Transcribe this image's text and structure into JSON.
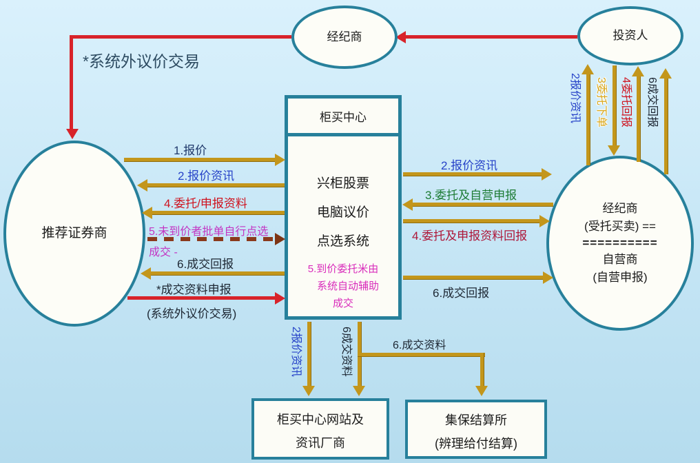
{
  "colors": {
    "background_blue": "#cdeaf8",
    "node_border_teal": "#27809b",
    "arrow_gold": "#c3961b",
    "arrow_red": "#d8232a",
    "arrow_dashed_brown": "#8a3a1c",
    "label_blue": "#2743c8",
    "label_navy": "#20396b",
    "label_red": "#cf1420",
    "label_crimson": "#ae1638",
    "label_green": "#1e7c35",
    "label_magenta": "#c335c3",
    "label_gold": "#d9a81c",
    "label_dark": "#1d2733",
    "note_pink": "#d92cbb"
  },
  "annotation": {
    "off_system_trade": "*系统外议价交易"
  },
  "nodes": {
    "broker_top": {
      "label": "经纪商"
    },
    "investor": {
      "label": "投资人"
    },
    "recommending_dealer": {
      "label": "推荐证券商"
    },
    "otc_center": {
      "header": "柜买中心",
      "lines": [
        "兴柜股票",
        "电脑议价",
        "点选系统"
      ],
      "note_lines": [
        "5.到价委托米由",
        "系统自动辅助",
        "成交"
      ]
    },
    "broker_dealer": {
      "lines": [
        "经纪商",
        "(受托买卖) ==",
        "==========",
        "自营商",
        "(自营申报)"
      ]
    },
    "website_vendor": {
      "lines": [
        "柜买中心网站及",
        "资讯厂商"
      ]
    },
    "clearing_house": {
      "lines": [
        "集保结算所",
        "(辨理给付结算)"
      ]
    }
  },
  "edges": {
    "dealer_to_center": [
      {
        "label": "1.报价"
      },
      {
        "label": "2.报价资讯"
      },
      {
        "label": "4.委托/申报资料"
      },
      {
        "label": "5.未到价者批单自行点选",
        "label2": "成交 -"
      },
      {
        "label": "6.成交回报"
      },
      {
        "label": "*成交资料申报",
        "label2": "(系统外议价交易)"
      }
    ],
    "center_to_brokerdealer": [
      {
        "label": "2.报价资讯"
      },
      {
        "label": "3.委托及自营申报"
      },
      {
        "label": "4.委托及申报资料回报"
      },
      {
        "label": "6.成交回报"
      }
    ],
    "investor_vertical": [
      {
        "label": "2报价资讯"
      },
      {
        "label": "3委托下单"
      },
      {
        "label": "4委托回报"
      },
      {
        "label": "6成交回报"
      }
    ],
    "center_down": [
      {
        "label": "2报价资讯"
      },
      {
        "label": "6成交资料"
      },
      {
        "label": "6.成交资料"
      }
    ]
  }
}
